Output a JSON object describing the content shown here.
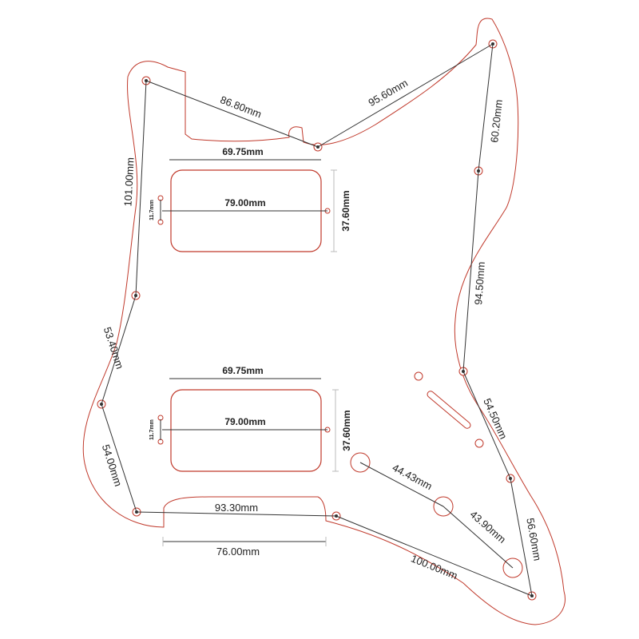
{
  "colors": {
    "outline": "#c0392b",
    "dimension_line": "#333333",
    "extension_line": "#bbbbbb"
  },
  "perimeter": {
    "top_left_notch": "86.80mm",
    "top_right": "95.60mm",
    "left_upper": "101.00mm",
    "right_upper": "60.20mm",
    "right_middle": "94.50mm",
    "left_middle": "53.40mm",
    "left_lower": "54.00mm",
    "bottom_left": "93.30mm",
    "bottom_cutout_width": "76.00mm",
    "bottom_right": "100.00mm",
    "right_lower": "54.50mm",
    "right_bottom": "56.60mm"
  },
  "neck_pickup": {
    "ring_width": "69.75mm",
    "screw_span": "79.00mm",
    "height": "37.60mm",
    "small_span": "11.7mm"
  },
  "bridge_pickup": {
    "ring_width": "69.75mm",
    "screw_span": "79.00mm",
    "height": "37.60mm",
    "small_span": "11.7mm"
  },
  "controls": {
    "knob1_to_knob2": "44.43mm",
    "knob2_to_knob3": "43.90mm"
  }
}
